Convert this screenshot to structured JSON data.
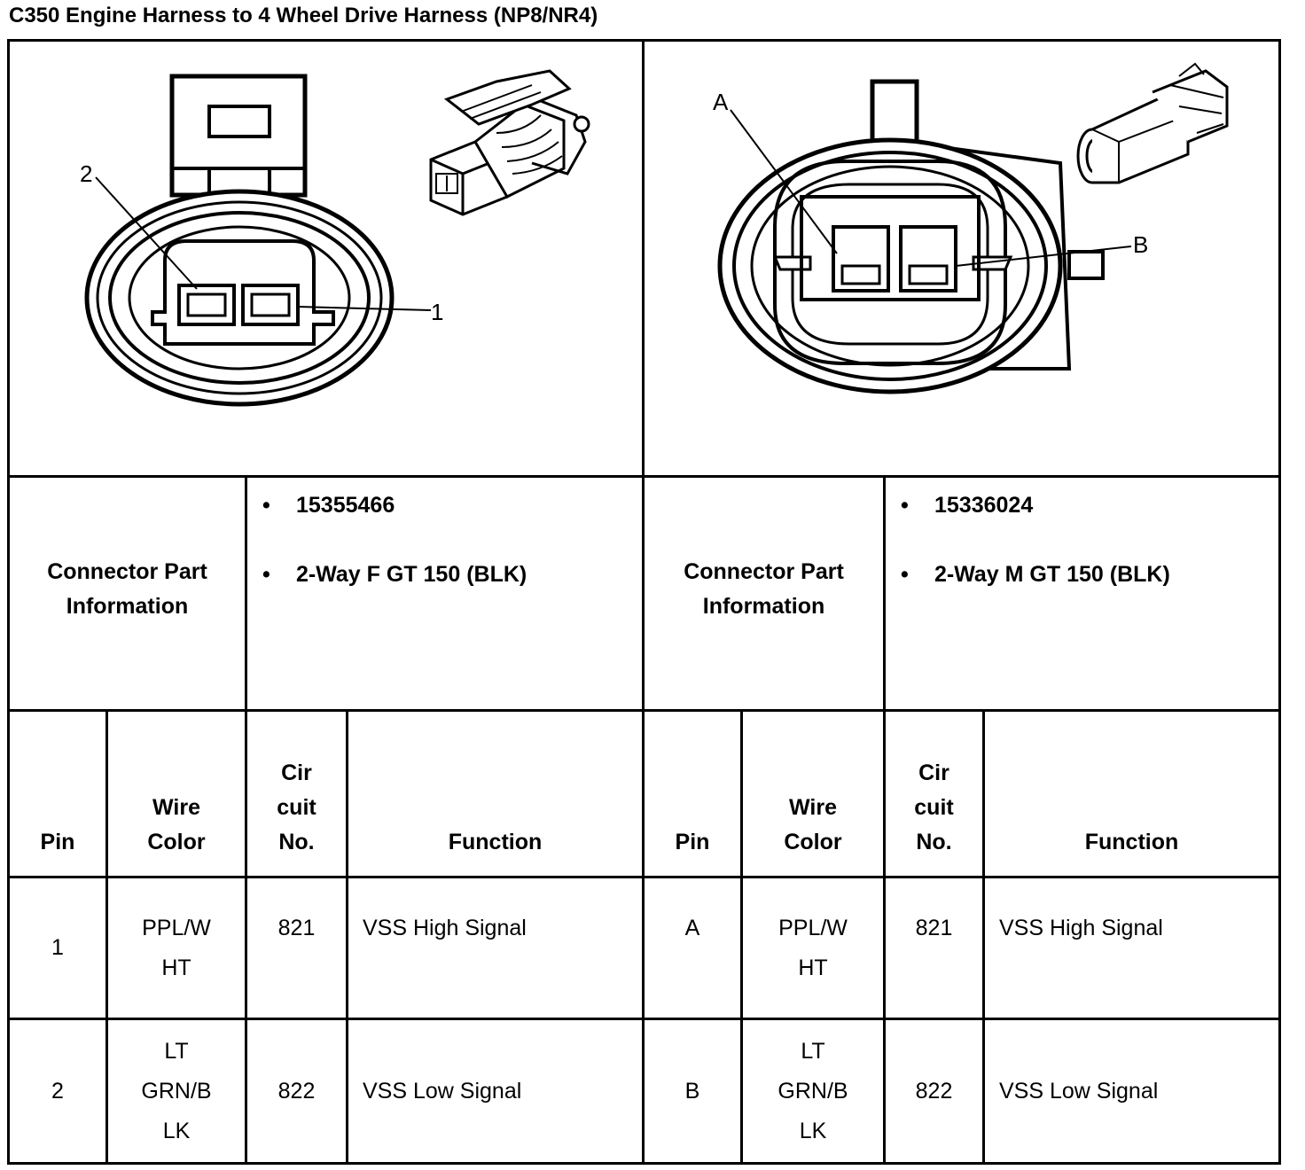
{
  "title": "C350 Engine Harness to 4 Wheel Drive Harness (NP8/NR4)",
  "left": {
    "callouts": {
      "pin_2": "2",
      "pin_1": "1"
    },
    "part_info_label": [
      "Connector Part",
      "Information"
    ],
    "part_info": [
      "15355466",
      "2-Way F GT 150 (BLK)"
    ],
    "headers": {
      "pin": "Pin",
      "wire_color": [
        "Wire",
        "Color"
      ],
      "circuit": [
        "Cir",
        "cuit",
        "No."
      ],
      "function": "Function"
    },
    "rows": [
      {
        "pin": "1",
        "wire_color": [
          "PPL/W",
          "HT"
        ],
        "circuit": "821",
        "function": "VSS High Signal"
      },
      {
        "pin": "2",
        "wire_color": [
          "LT",
          "GRN/B",
          "LK"
        ],
        "circuit": "822",
        "function": "VSS Low Signal"
      }
    ]
  },
  "right": {
    "callouts": {
      "pin_a": "A",
      "pin_b": "B"
    },
    "part_info_label": [
      "Connector Part",
      "Information"
    ],
    "part_info": [
      "15336024",
      "2-Way M GT 150 (BLK)"
    ],
    "headers": {
      "pin": "Pin",
      "wire_color": [
        "Wire",
        "Color"
      ],
      "circuit": [
        "Cir",
        "cuit",
        "No."
      ],
      "function": "Function"
    },
    "rows": [
      {
        "pin": "A",
        "wire_color": [
          "PPL/W",
          "HT"
        ],
        "circuit": "821",
        "function": "VSS High Signal"
      },
      {
        "pin": "B",
        "wire_color": [
          "LT",
          "GRN/B",
          "LK"
        ],
        "circuit": "822",
        "function": "VSS Low Signal"
      }
    ]
  }
}
